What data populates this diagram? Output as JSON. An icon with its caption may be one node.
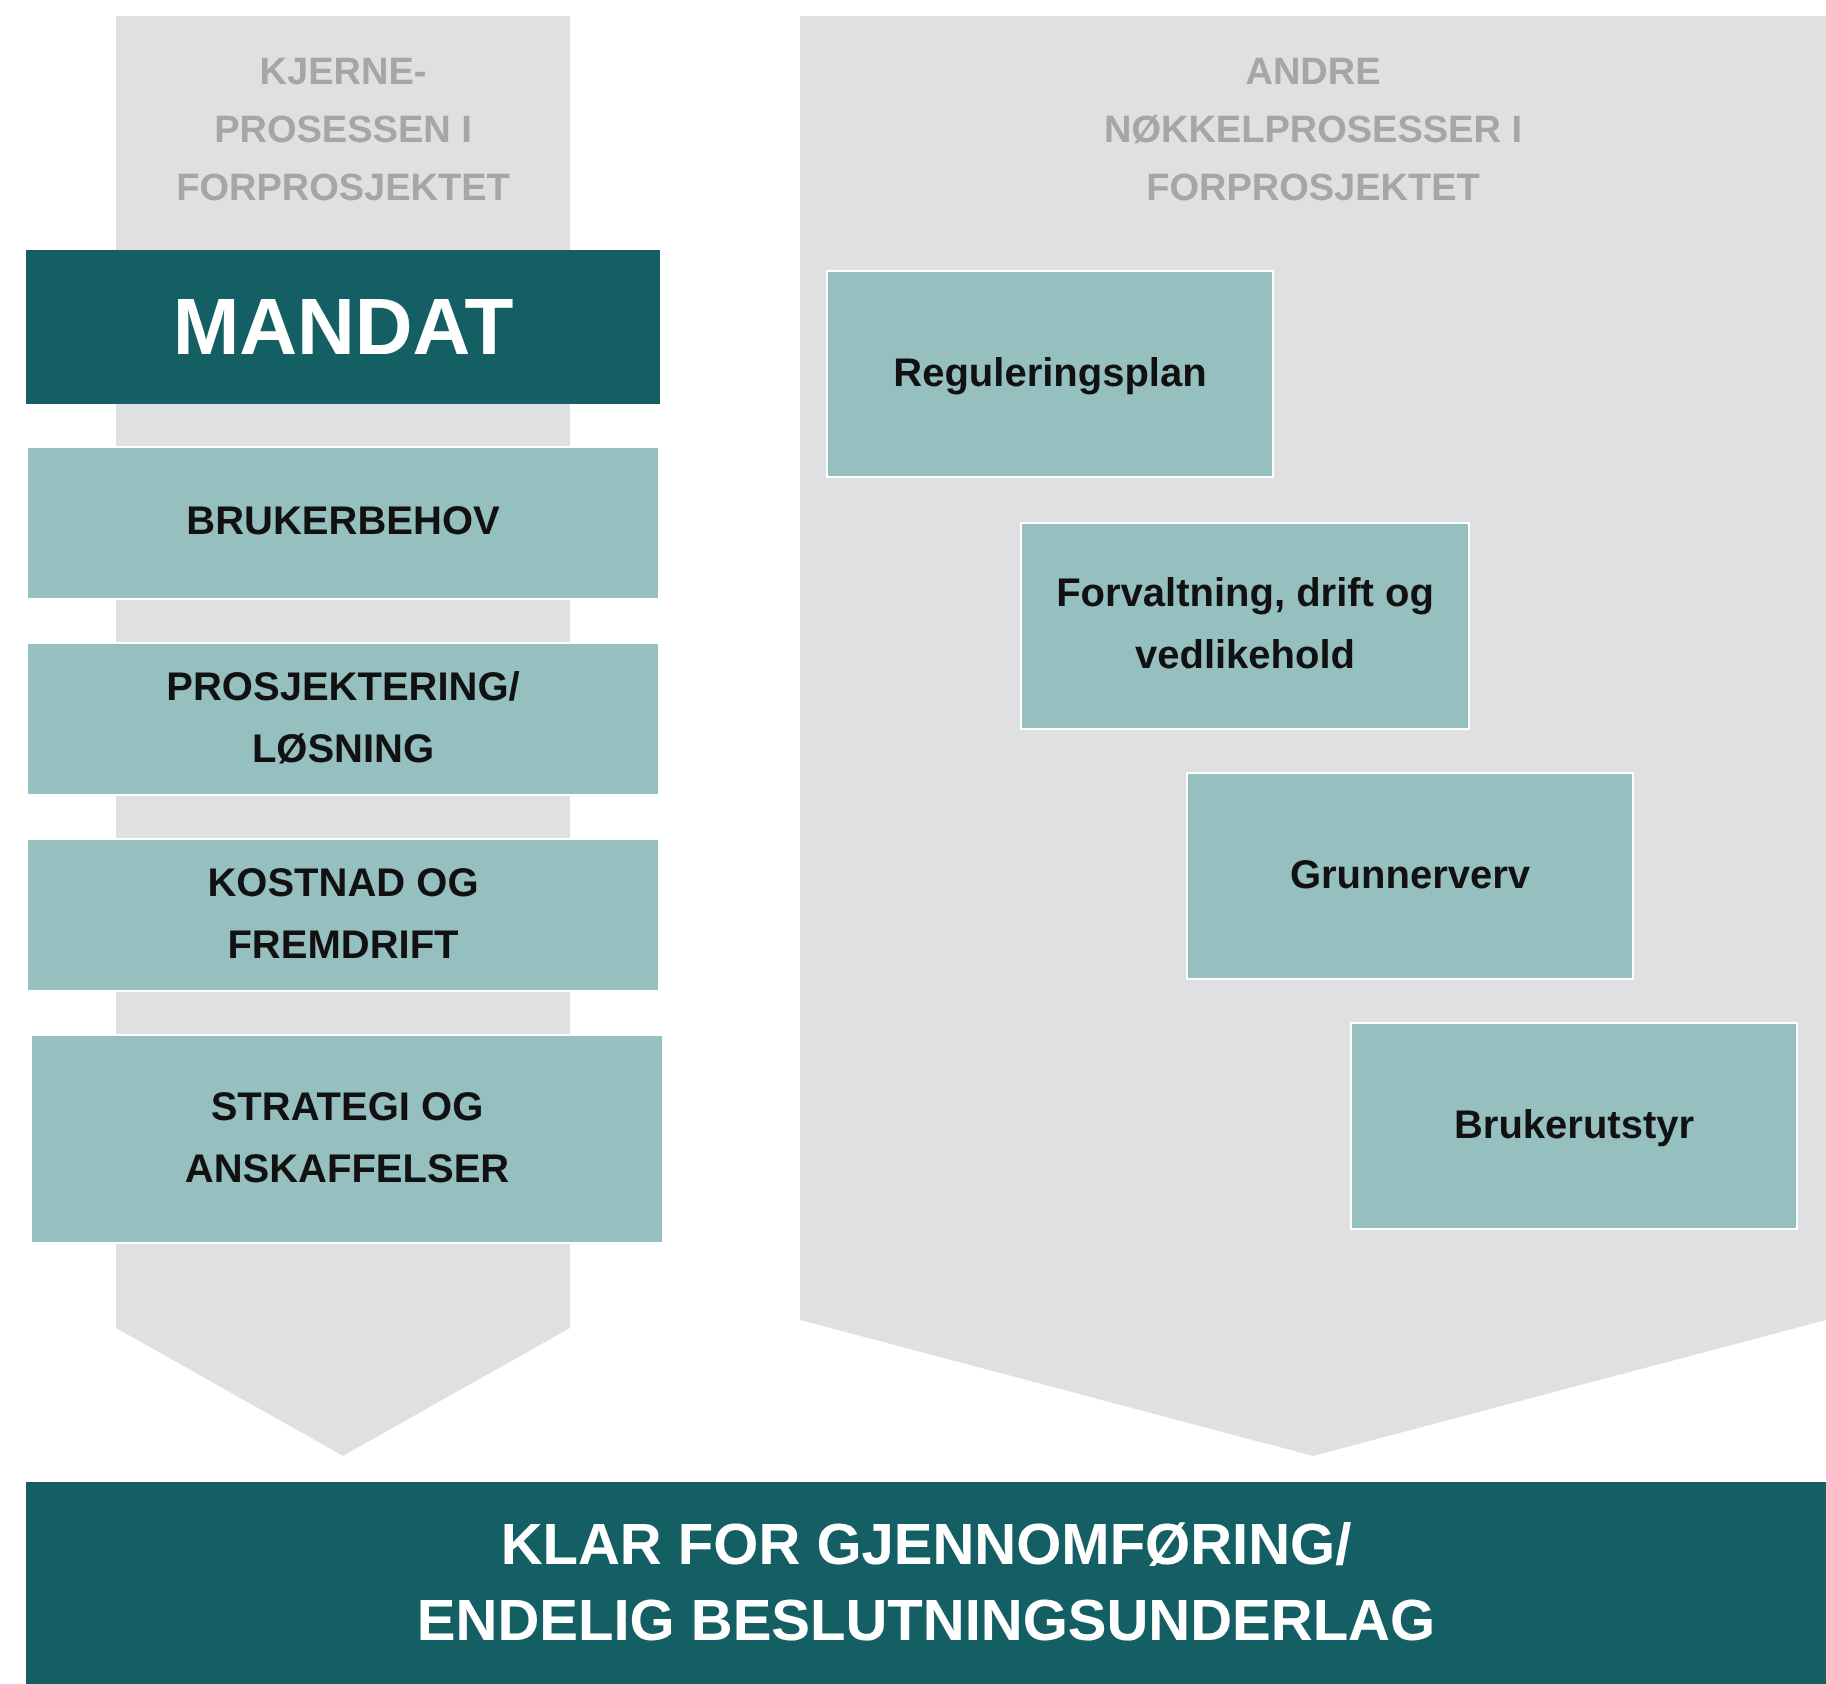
{
  "diagram": {
    "nodes": [
      {
        "text": [
          "KJERNE- PROSESSEN I FORPROSJEKTET"
        ]
      },
      {
        "text": [
          "MANDAT"
        ]
      },
      {
        "text": [
          "BRUKERBEHOV"
        ]
      },
      {
        "text": [
          "PROSJEKTERING/ LØSNING"
        ]
      },
      {
        "text": [
          "KOSTNAD OG FREMDRIFT"
        ]
      },
      {
        "text": [
          "STRATEGI OG ANSKAFFELSER"
        ]
      },
      {
        "text": [
          "ANDRE NØKKELPROSESSER I FORPROSJEKTET"
        ]
      },
      {
        "text": [
          "Reguleringsplan"
        ],
        "in": 6
      },
      {
        "text": [
          "Forvaltning, drift og vedlikehold"
        ],
        "in": 6
      },
      {
        "text": [
          "Grunnerverv"
        ],
        "in": 6
      },
      {
        "text": [
          "Brukerutstyr"
        ],
        "in": 6
      },
      {
        "text": [
          "KLAR FOR GJENNOMFØRING/ ENDELIG BESLUTNINGSUNDERLAG"
        ]
      }
    ]
  }
}
